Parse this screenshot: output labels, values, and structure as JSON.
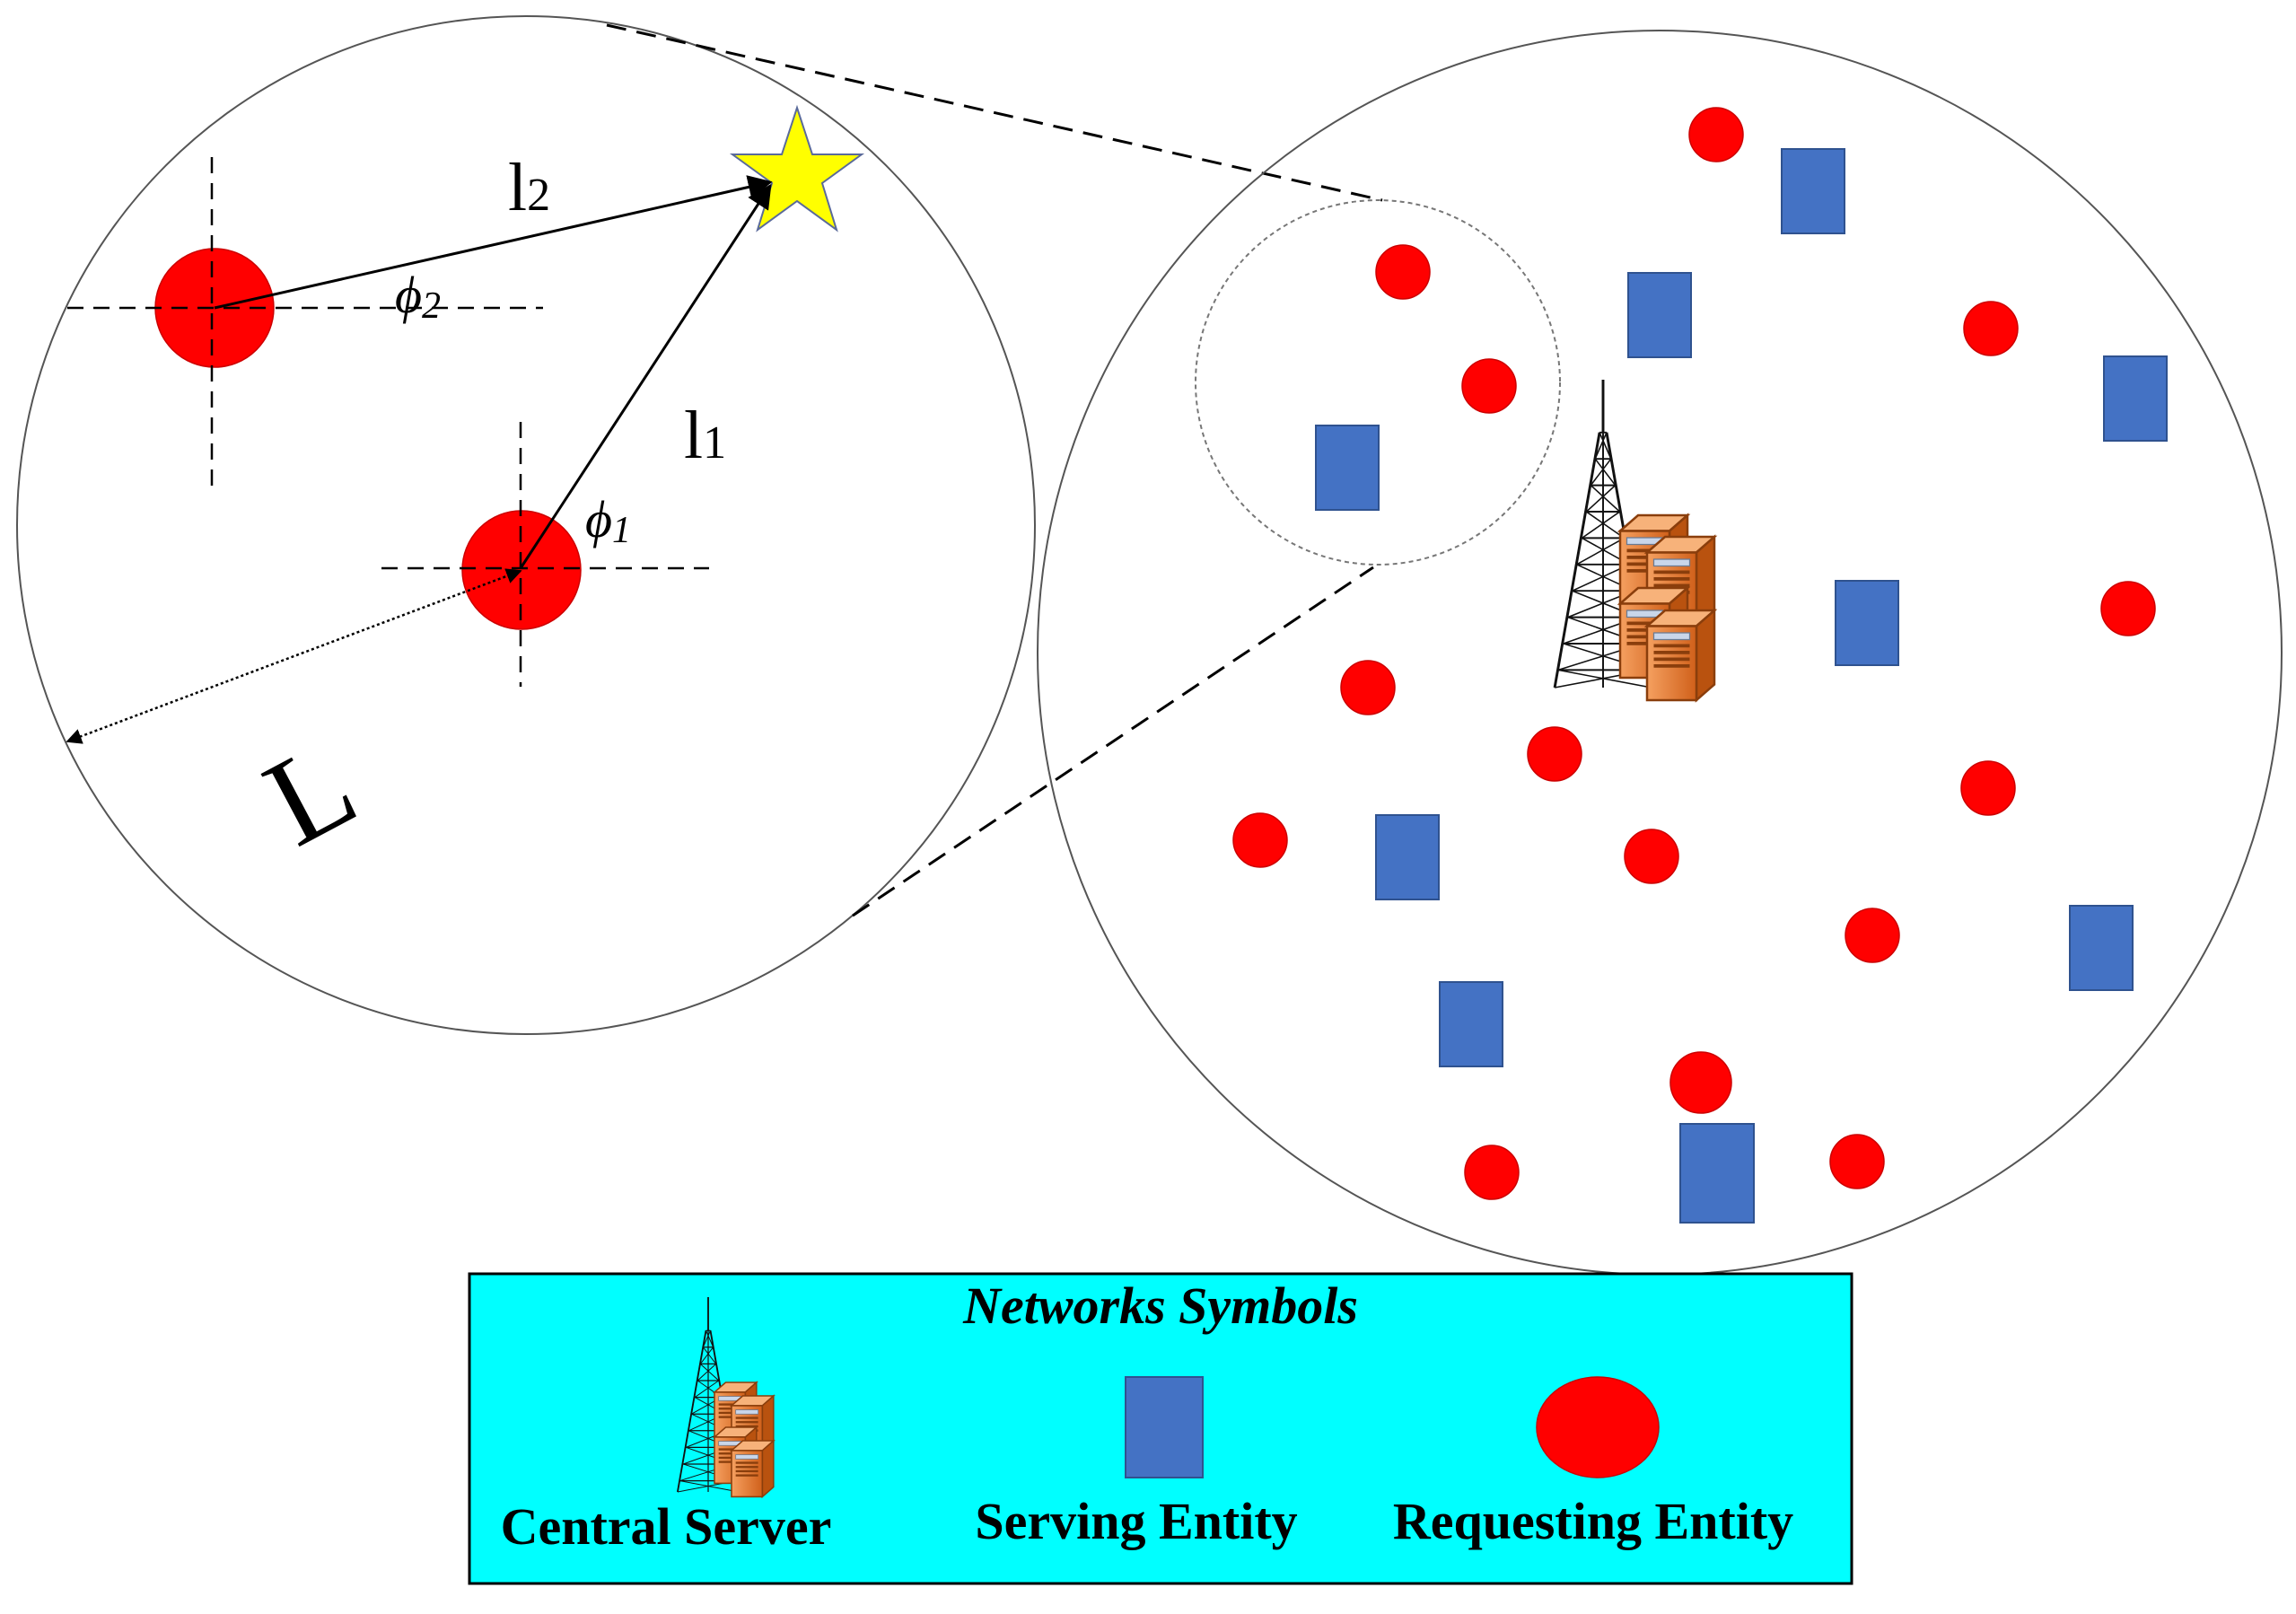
{
  "zoom_view": {
    "labels": {
      "l1_main": "l",
      "l1_sub": "1",
      "l2_main": "l",
      "l2_sub": "2",
      "phi1_main": "ϕ",
      "phi1_sub": "1",
      "phi2_main": "ϕ",
      "phi2_sub": "2",
      "radius": "L"
    },
    "colors": {
      "requesting": "#ff0000",
      "target_star": "#ffff00",
      "outline": "#555555"
    }
  },
  "network_view": {
    "colors": {
      "requesting": "#ff0000",
      "serving": "#4472c4",
      "server": "#e07a2e"
    }
  },
  "legend": {
    "title": "Networks Symbols",
    "background": "#00ffff",
    "items": [
      {
        "label": "Central Server",
        "icon": "tower-server-icon"
      },
      {
        "label": "Serving Entity",
        "icon": "blue-rectangle-icon"
      },
      {
        "label": "Requesting Entity",
        "icon": "red-circle-icon"
      }
    ]
  }
}
